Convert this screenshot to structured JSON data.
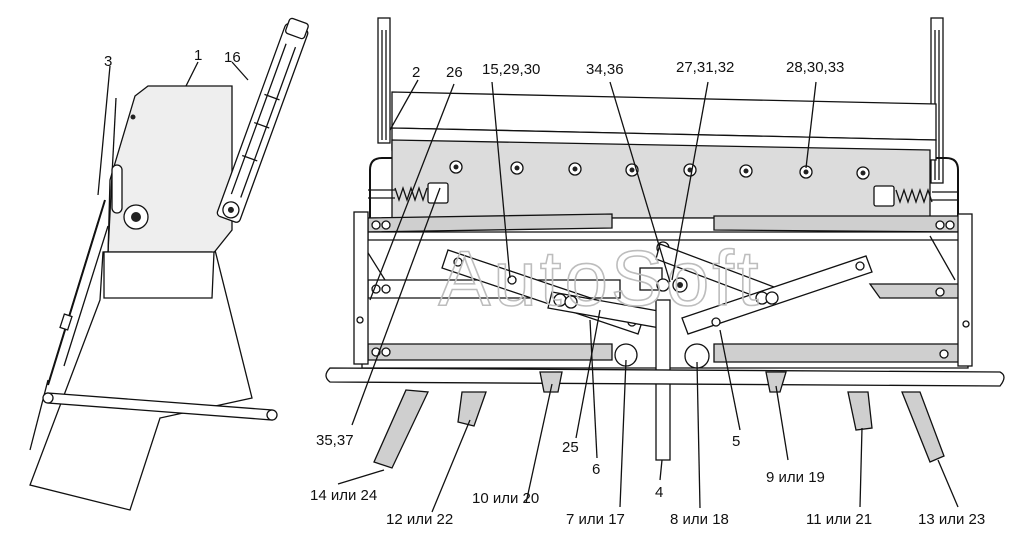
{
  "watermark": "AutoSoft",
  "labels": {
    "l1": "1",
    "l2": "2",
    "l3": "3",
    "l4": "4",
    "l5": "5",
    "l6": "6",
    "l16": "16",
    "l25": "25",
    "l26": "26",
    "l15_29_30": "15,29,30",
    "l34_36": "34,36",
    "l27_31_32": "27,31,32",
    "l28_30_33": "28,30,33",
    "l35_37": "35,37",
    "l14_24": "14 или 24",
    "l12_22": "12 или 22",
    "l10_20": "10 или  20",
    "l7_17": "7 или 17",
    "l8_18": "8 или 18",
    "l9_19": "9 или 19",
    "l11_21": "11 или 21",
    "l13_23": "13 или 23"
  }
}
